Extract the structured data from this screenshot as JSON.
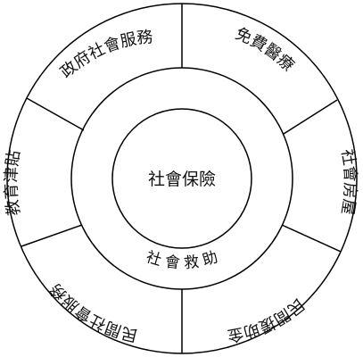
{
  "center": {
    "label": "社會保險"
  },
  "inner_ring": {
    "label": "社 會 救 助"
  },
  "outer_segments": [
    {
      "label": "政府社會服務"
    },
    {
      "label": "免費醫療"
    },
    {
      "label": "社會房屋"
    },
    {
      "label": "民間援助金"
    },
    {
      "label": "民間社會服務"
    },
    {
      "label": "教育津貼"
    }
  ],
  "colors": {
    "stroke": "#000000",
    "text": "#111111",
    "background": "#ffffff"
  }
}
